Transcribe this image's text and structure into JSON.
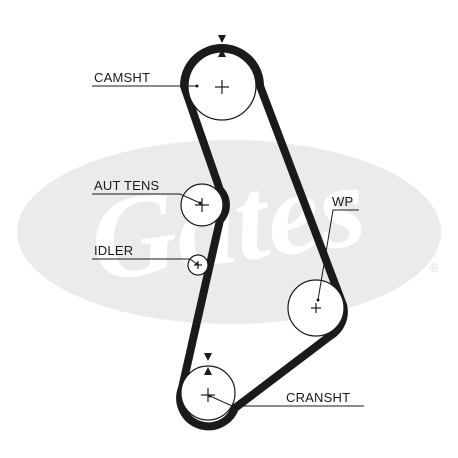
{
  "diagram": {
    "labels": {
      "camshaft": "CAMSHT",
      "tensioner": "AUT TENS",
      "idler": "IDLER",
      "water_pump": "WP",
      "crankshaft": "CRANSHT"
    },
    "watermark": {
      "brand": "Gates",
      "mark": "®"
    },
    "colors": {
      "line": "#1a1a1a",
      "watermark": "#e6e6e6",
      "background": "#ffffff"
    }
  }
}
